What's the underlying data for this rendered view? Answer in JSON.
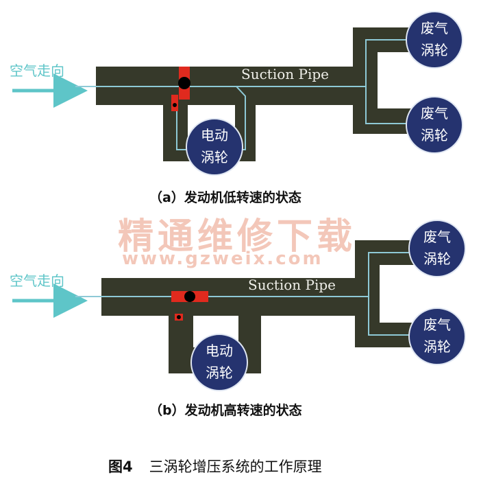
{
  "panel_a": {
    "air_direction": "空气走向",
    "suction_pipe": "Suction Pipe",
    "electric_turbo": [
      "电动",
      "涡轮"
    ],
    "exhaust_turbo_1": [
      "废气",
      "涡轮"
    ],
    "exhaust_turbo_2": [
      "废气",
      "涡轮"
    ],
    "caption": "（a）发动机低转速的状态"
  },
  "panel_b": {
    "air_direction": "空气走向",
    "suction_pipe": "Suction Pipe",
    "electric_turbo": [
      "电动",
      "涡轮"
    ],
    "exhaust_turbo_1": [
      "废气",
      "涡轮"
    ],
    "exhaust_turbo_2": [
      "废气",
      "涡轮"
    ],
    "caption": "（b）发动机高转速的状态"
  },
  "watermark": {
    "text": "精通维修下载",
    "url": "www.gzweix.com"
  },
  "figure": {
    "number": "图4",
    "title": "三涡轮增压系统的工作原理"
  },
  "colors": {
    "pipe": "#36392a",
    "air_line": "#8ec9d6",
    "turbo_fill": "#25336f",
    "valve": "#e02a1e",
    "arrow": "#5ec5c8",
    "watermark": "#f3c7b9"
  }
}
